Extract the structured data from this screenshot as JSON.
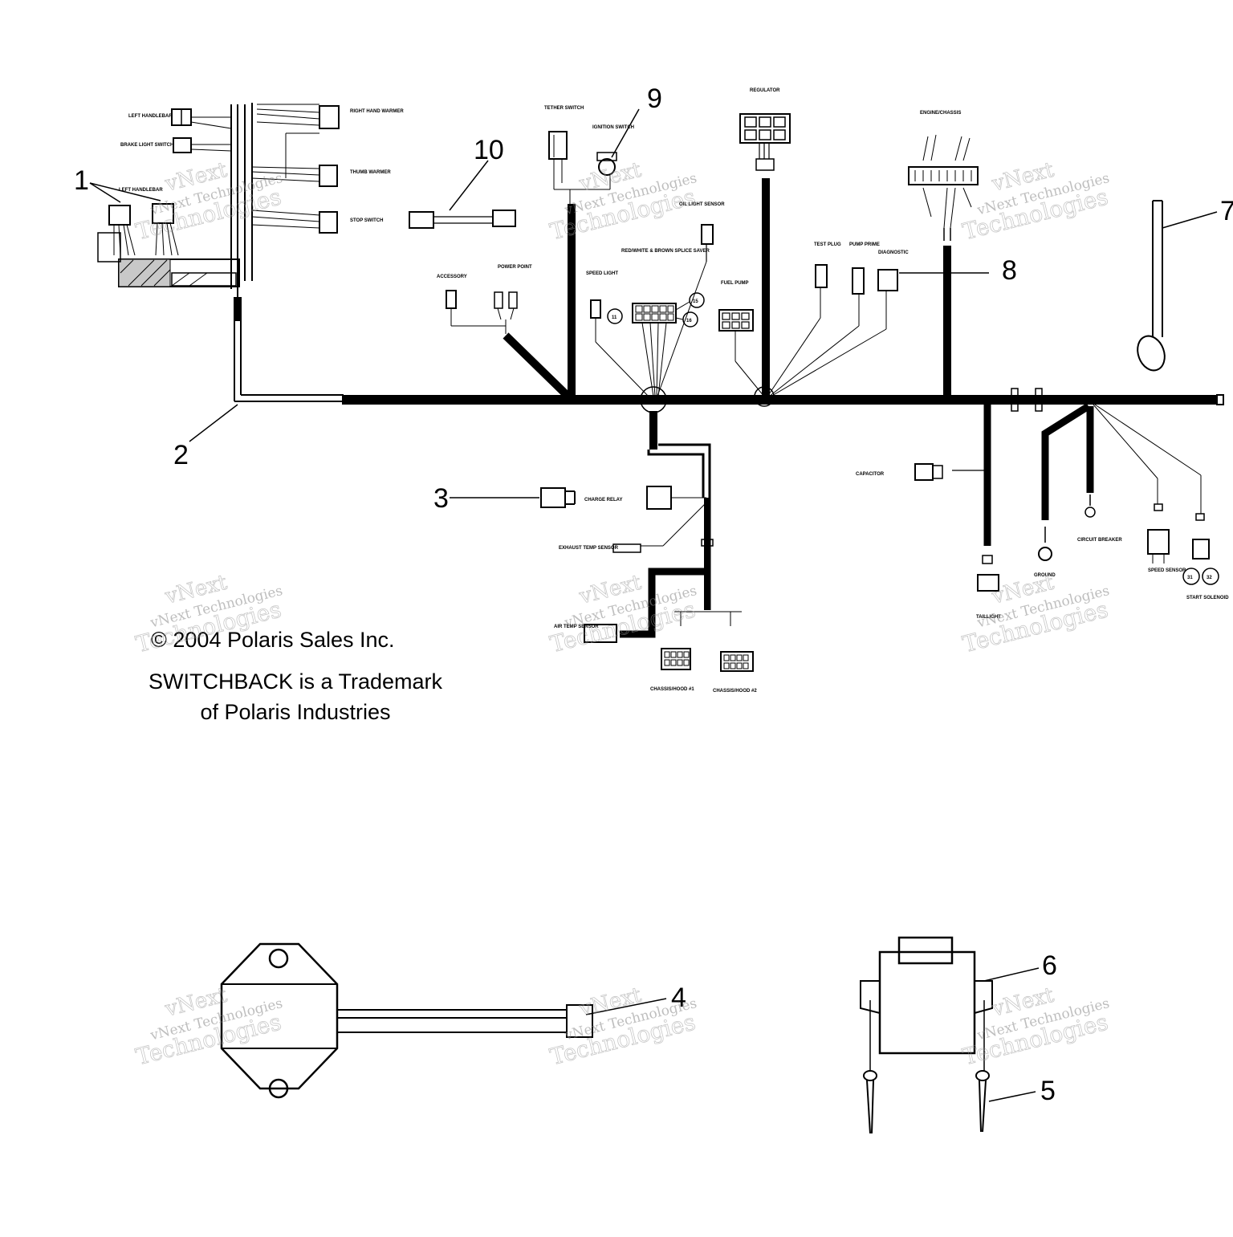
{
  "copyright": "© 2004 Polaris Sales Inc.",
  "trademark_line1": "SWITCHBACK is a Trademark",
  "trademark_line2": "of Polaris Industries",
  "callouts": {
    "c1": "1",
    "c2": "2",
    "c3": "3",
    "c4": "4",
    "c5": "5",
    "c6": "6",
    "c7": "7",
    "c8": "8",
    "c9": "9",
    "c10": "10"
  },
  "connector_labels": {
    "left_handlebar": "LEFT HANDLEBAR",
    "brake_light_switch": "BRAKE LIGHT SWITCH",
    "left_handlebar_2": "LEFT HANDLEBAR",
    "right_hand_warmer": "RIGHT HAND WARMER",
    "thumb_warmer": "THUMB WARMER",
    "stop_switch": "STOP SWITCH",
    "tether_switch": "TETHER SWITCH",
    "ignition_switch": "IGNITION SWITCH",
    "regulator": "REGULATOR",
    "engine_chassis": "ENGINE/CHASSIS",
    "oil_light_sensor": "OIL LIGHT SENSOR",
    "accessory": "ACCESSORY",
    "power_point": "POWER POINT",
    "speed_light": "SPEED LIGHT",
    "splice_saver": "RED/WHITE & BROWN SPLICE SAVER",
    "fuel_pump": "FUEL PUMP",
    "test_plug": "TEST PLUG",
    "pump_prime": "PUMP PRIME",
    "diagnostic": "DIAGNOSTIC",
    "capacitor": "CAPACITOR",
    "charge_relay": "CHARGE RELAY",
    "exhaust_temp_sensor": "EXHAUST TEMP SENSOR",
    "air_temp_sensor": "AIR TEMP SENSOR",
    "chassis_hood_1": "CHASSIS/HOOD #1",
    "chassis_hood_2": "CHASSIS/HOOD #2",
    "taillight": "TAILLIGHT",
    "ground": "GROUND",
    "circuit_breaker": "CIRCUIT BREAKER",
    "speed_sensor": "SPEED SENSOR",
    "start_solenoid": "START SOLENOID",
    "pin_11": "11",
    "pin_15": "15",
    "pin_16": "16",
    "pin_31": "31",
    "pin_32": "32"
  },
  "watermark": {
    "line1": "vNext",
    "line2": "vNext Technologies",
    "line3": "Technologies"
  }
}
